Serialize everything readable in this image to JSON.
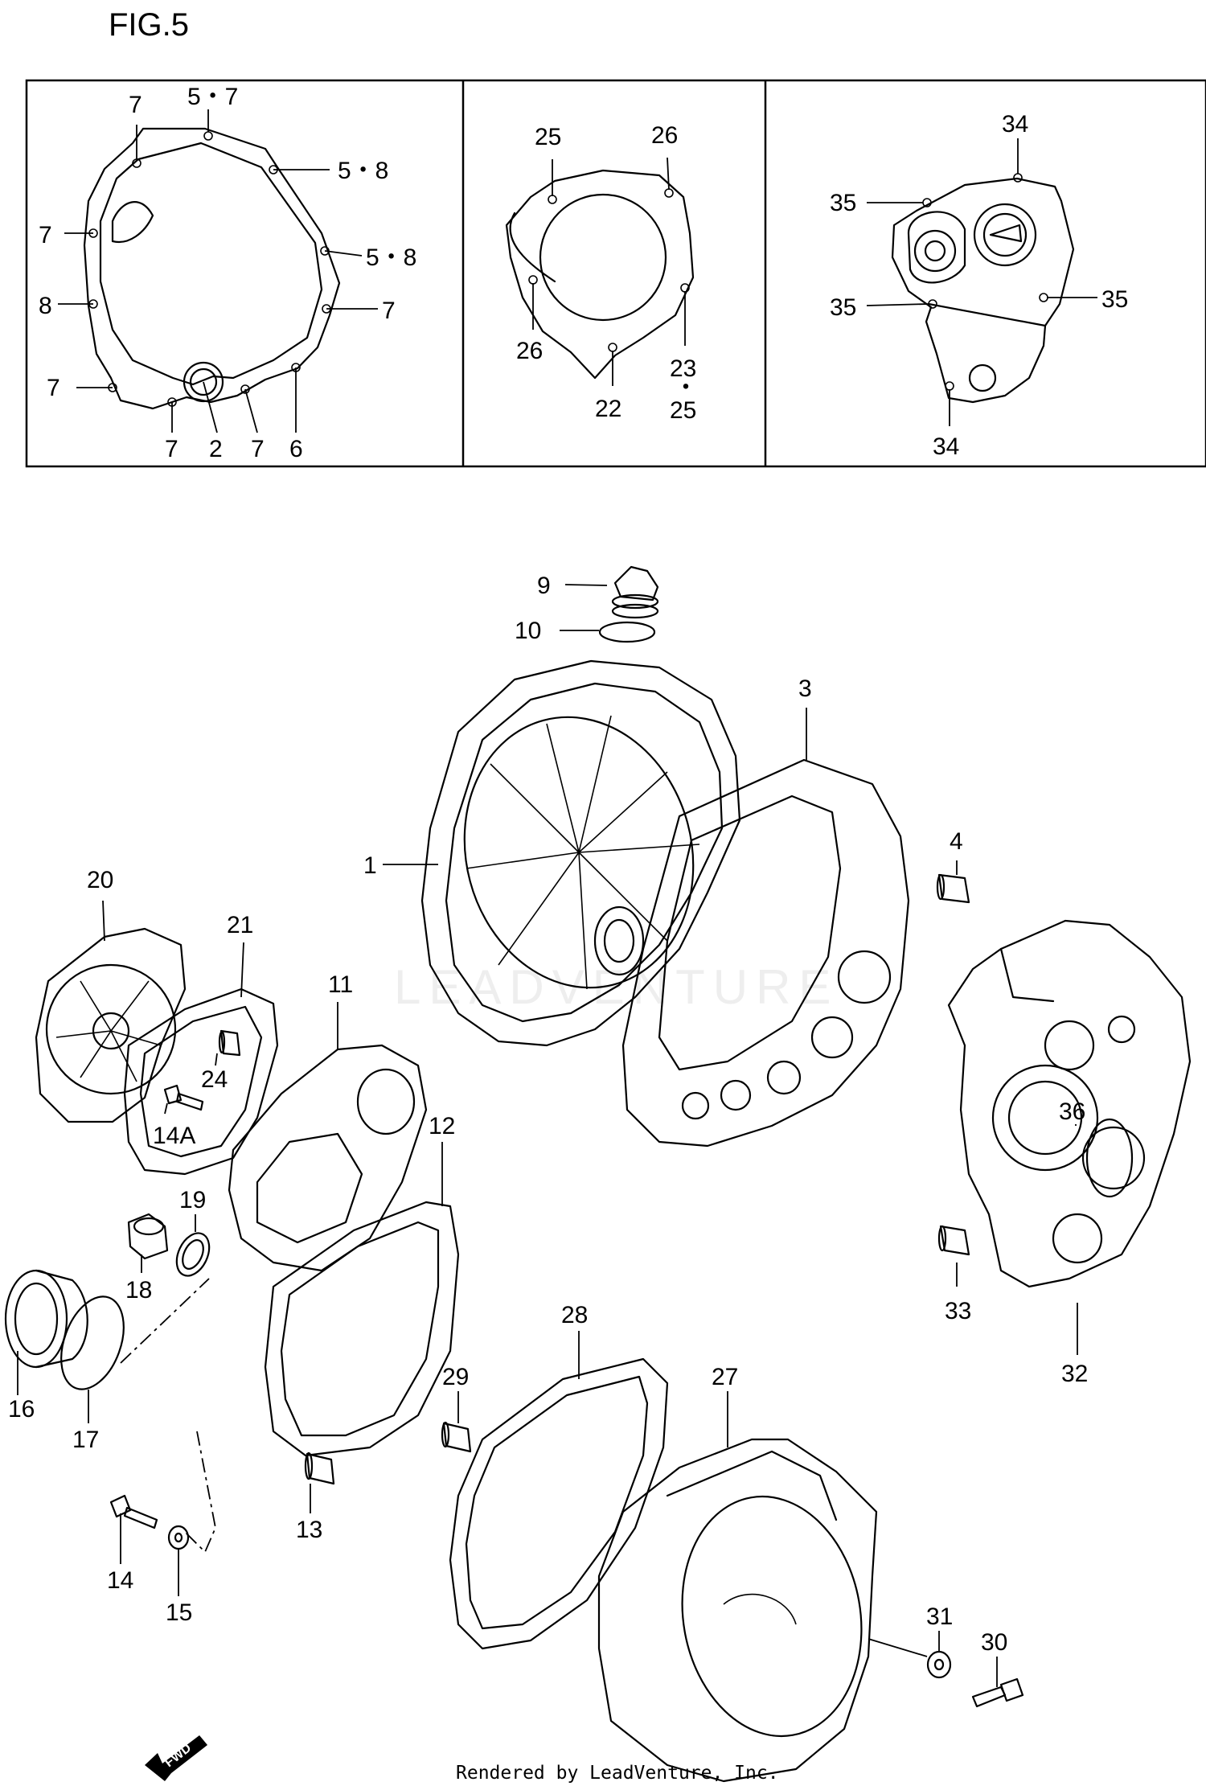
{
  "figure_title": "FIG.5",
  "footer": "Rendered by LeadVenture, Inc.",
  "watermark": "LEADVENTURE",
  "fwd_label": "FWD",
  "inset_labels": {
    "a_7_top": "7",
    "a_5_7": "5・7",
    "a_5_8_a": "5・8",
    "a_5_8_b": "5・8",
    "a_7_left_top": "7",
    "a_8_left": "8",
    "a_7_right": "7",
    "a_7_left_bot": "7",
    "a_7_b1": "7",
    "a_2": "2",
    "a_7_b2": "7",
    "a_6": "6",
    "b_25": "25",
    "b_26_top": "26",
    "b_26_bot": "26",
    "b_22": "22",
    "b_23": "23",
    "b_dot": "・",
    "b_25_bot": "25",
    "c_34_top": "34",
    "c_35_tl": "35",
    "c_35_ml": "35",
    "c_35_r": "35",
    "c_34_bot": "34"
  },
  "part_labels": {
    "p1": "1",
    "p3": "3",
    "p4": "4",
    "p9": "9",
    "p10": "10",
    "p11": "11",
    "p12": "12",
    "p13": "13",
    "p14": "14",
    "p14a": "14A",
    "p15": "15",
    "p16": "16",
    "p17": "17",
    "p18": "18",
    "p19": "19",
    "p20": "20",
    "p21": "21",
    "p24": "24",
    "p27": "27",
    "p28": "28",
    "p29": "29",
    "p30": "30",
    "p31": "31",
    "p32": "32",
    "p33": "33",
    "p36": "36"
  }
}
